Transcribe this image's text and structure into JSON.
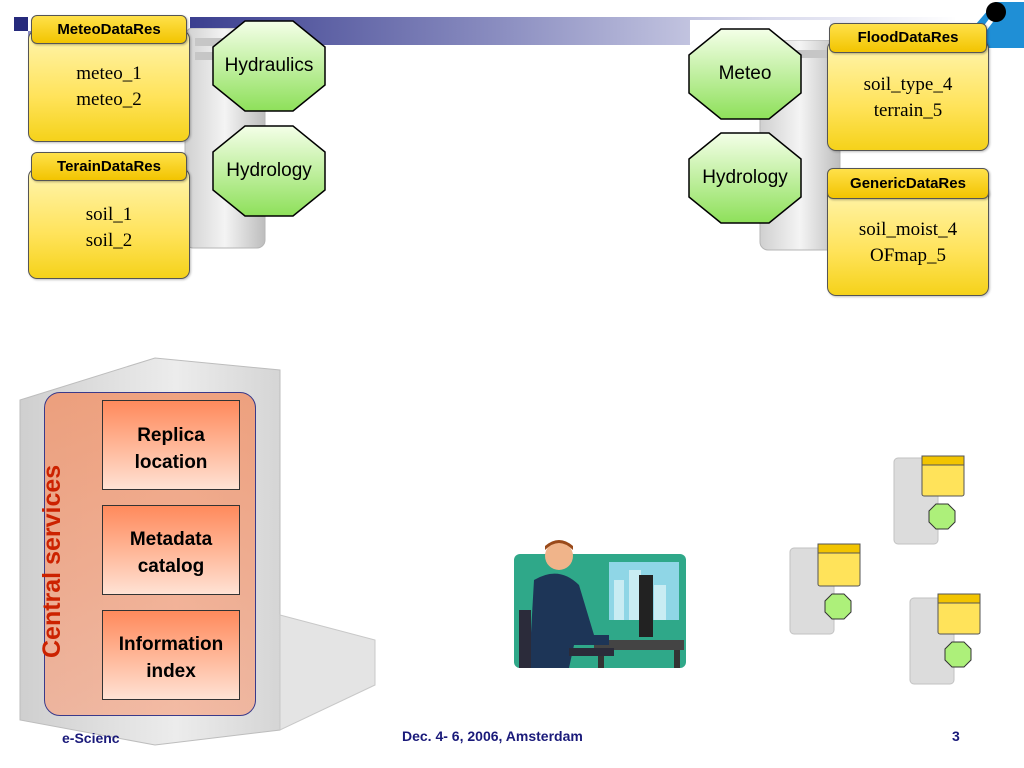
{
  "left_site": {
    "resources": [
      {
        "title": "MeteoDataRes",
        "items": [
          "meteo_1",
          "meteo_2"
        ]
      },
      {
        "title": "TerainDataRes",
        "items": [
          "soil_1",
          "soil_2"
        ]
      }
    ],
    "services": [
      "Hydraulics",
      "Hydrology"
    ]
  },
  "right_site": {
    "resources": [
      {
        "title": "FloodDataRes",
        "items": [
          "soil_type_4",
          "terrain_5"
        ]
      },
      {
        "title": "GenericDataRes",
        "items": [
          "soil_moist_4",
          "OFmap_5"
        ]
      }
    ],
    "services": [
      "Meteo",
      "Hydrology"
    ]
  },
  "central": {
    "label": "Central services",
    "services": [
      {
        "line1": "Replica",
        "line2": "location"
      },
      {
        "line1": "Metadata",
        "line2": "catalog"
      },
      {
        "line1": "Information",
        "line2": "index"
      }
    ]
  },
  "footer": {
    "left": "e-Scienc",
    "center": "Dec. 4- 6, 2006, Amsterdam",
    "page": "3"
  },
  "colors": {
    "resource_fill": "#ffe35a",
    "service_fill": "#adf07a",
    "central_fill": "#ff8a5c",
    "central_label": "#cc2200",
    "banner": "#262a7c",
    "footer_text": "#1a1a7a"
  },
  "icons": [
    "logo-icon",
    "server-icon",
    "user-at-computer-icon"
  ]
}
